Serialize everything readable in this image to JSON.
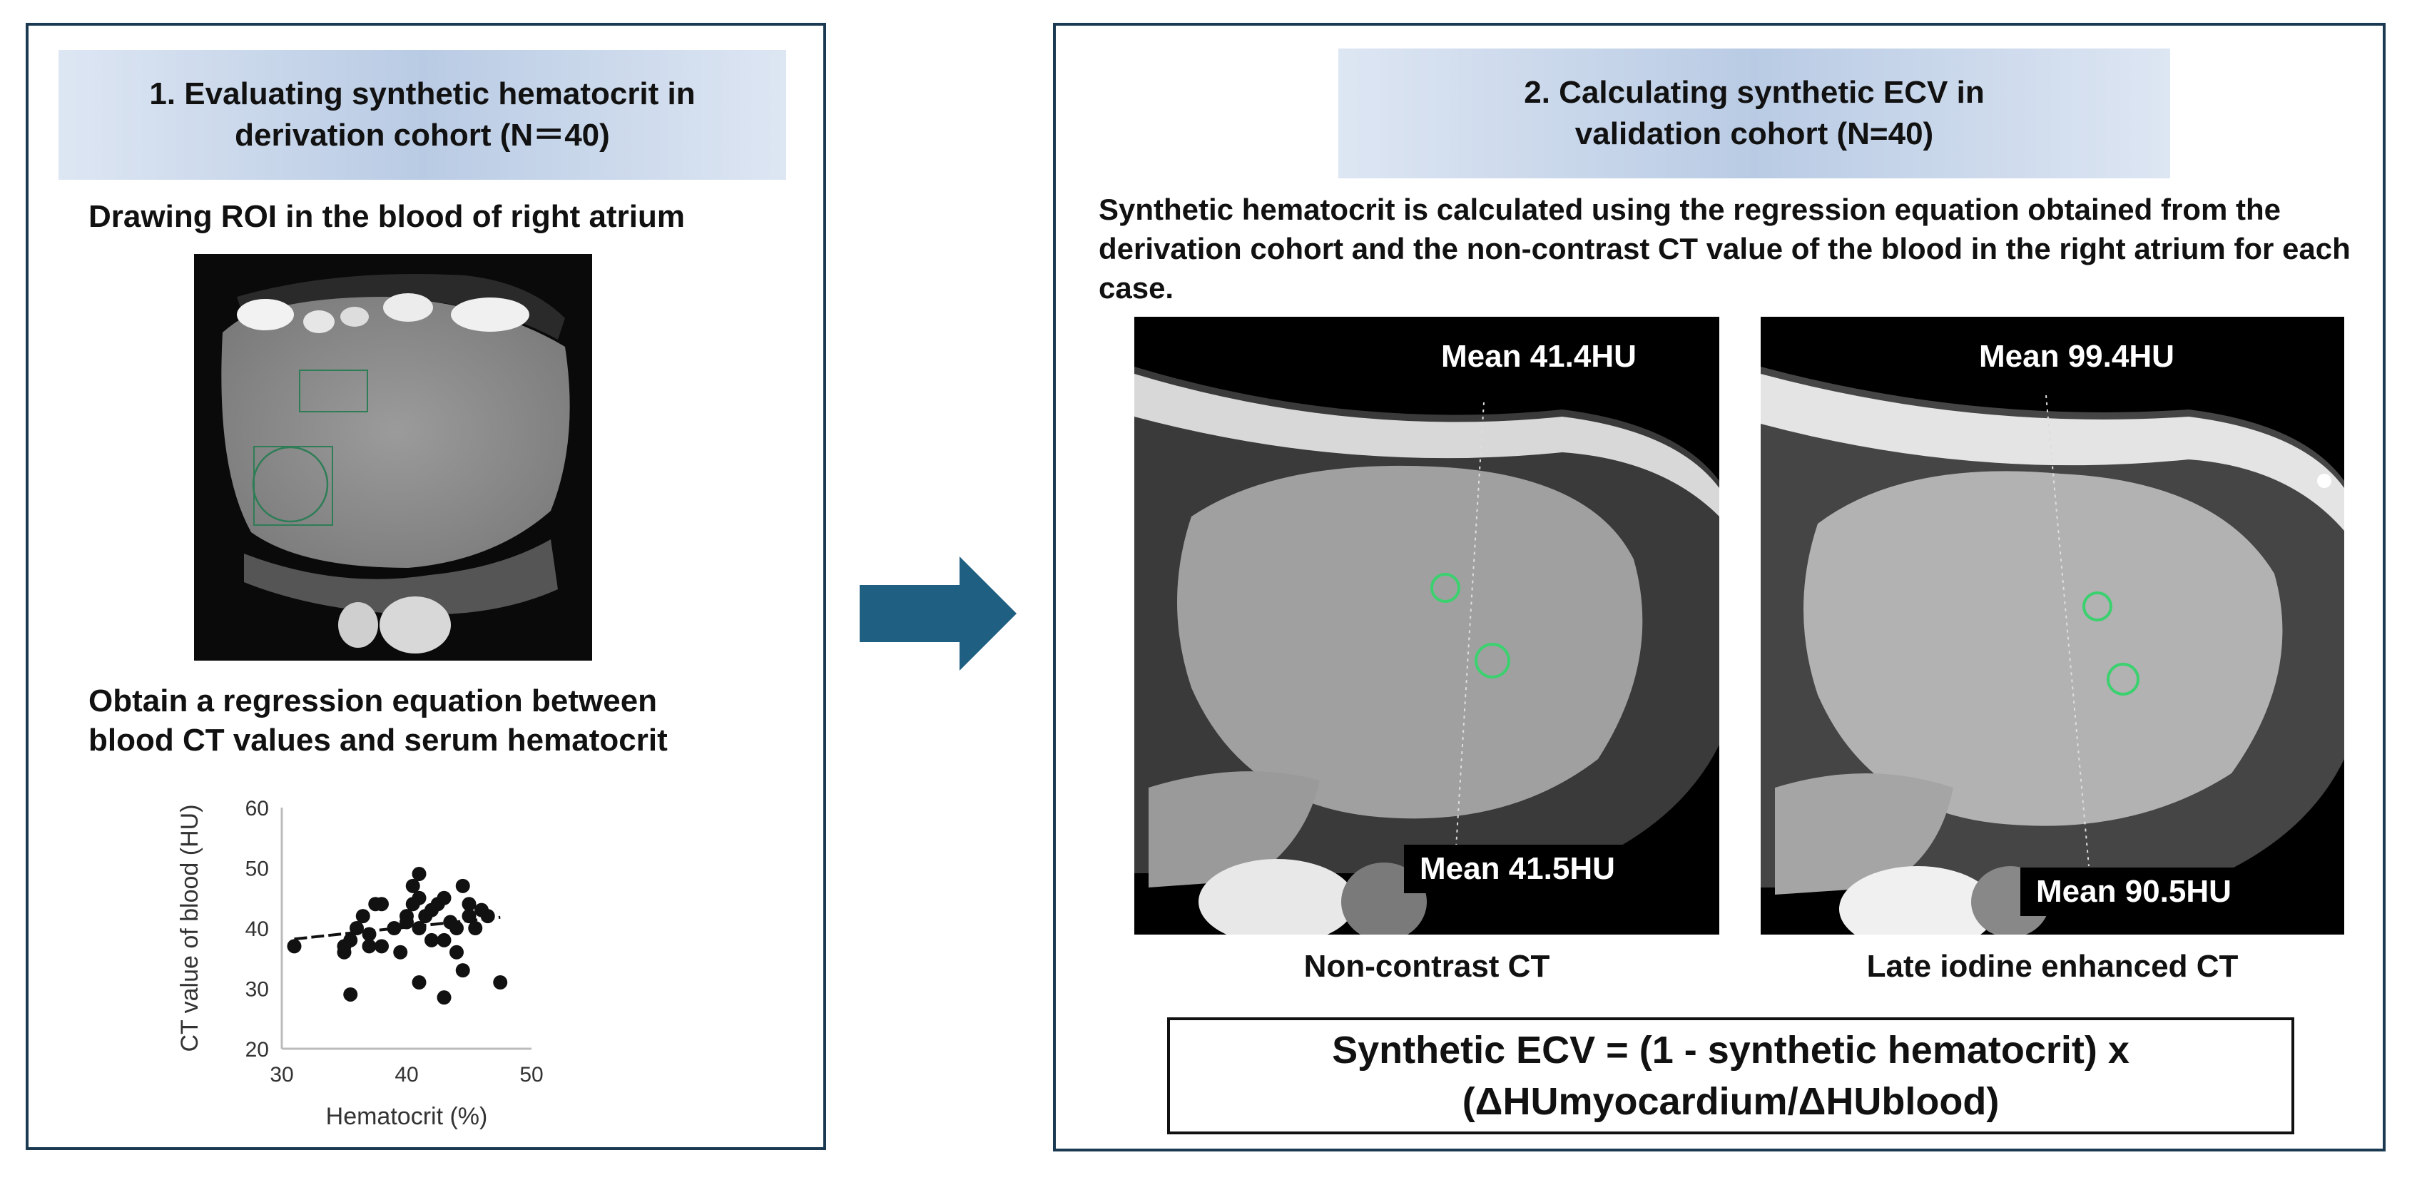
{
  "left_panel": {
    "header": "1. Evaluating synthetic hematocrit in\nderivation cohort (N＝40)",
    "roi_instruction": "Drawing ROI in the blood of right atrium",
    "regression_instruction": "Obtain a regression equation between\nblood CT values and serum hematocrit"
  },
  "right_panel": {
    "header": "2. Calculating synthetic ECV in\nvalidation cohort (N=40)",
    "description": "Synthetic hematocrit is calculated using the regression equation obtained from the derivation cohort and the non-contrast CT value of the blood in the right atrium for each case.",
    "images": [
      {
        "caption": "Non-contrast CT",
        "top_label": "Mean 41.4HU",
        "bottom_label": "Mean 41.5HU"
      },
      {
        "caption": "Late iodine enhanced CT",
        "top_label": "Mean 99.4HU",
        "bottom_label": "Mean 90.5HU"
      }
    ],
    "formula_line1": "Synthetic ECV = (1 - synthetic hematocrit) x",
    "formula_line2": "(ΔHUmyocardium/ΔHUblood)"
  },
  "colors": {
    "panel_border": "#1b3a52",
    "arrow": "#1f5f82",
    "roi_circle": "#3bd16f",
    "header_gradient": "#b9cbe4"
  },
  "chart_data": {
    "type": "scatter",
    "xlabel": "Hematocrit (%)",
    "ylabel": "CT value of blood (HU)",
    "xlim": [
      30,
      50
    ],
    "ylim": [
      20,
      60
    ],
    "xticks": [
      30,
      40,
      50
    ],
    "yticks": [
      20,
      30,
      40,
      50,
      60
    ],
    "trendline": [
      [
        31,
        38.2
      ],
      [
        47.5,
        41.8
      ]
    ],
    "points": [
      [
        31,
        37
      ],
      [
        35,
        37
      ],
      [
        35,
        36
      ],
      [
        35.5,
        29
      ],
      [
        35.5,
        38
      ],
      [
        36,
        40
      ],
      [
        36.5,
        42
      ],
      [
        37,
        39
      ],
      [
        37,
        37
      ],
      [
        37.5,
        44
      ],
      [
        38,
        44
      ],
      [
        38,
        37
      ],
      [
        39,
        40
      ],
      [
        39.5,
        36
      ],
      [
        40,
        41
      ],
      [
        40,
        42
      ],
      [
        40.5,
        44
      ],
      [
        40.5,
        47
      ],
      [
        41,
        49
      ],
      [
        41,
        45
      ],
      [
        41,
        40
      ],
      [
        41,
        31
      ],
      [
        41.5,
        42
      ],
      [
        42,
        43
      ],
      [
        42,
        38
      ],
      [
        42.5,
        44
      ],
      [
        43,
        45
      ],
      [
        43,
        38
      ],
      [
        43,
        28.5
      ],
      [
        43.5,
        41
      ],
      [
        44,
        40
      ],
      [
        44,
        36
      ],
      [
        44.5,
        47
      ],
      [
        44.5,
        33
      ],
      [
        45,
        44
      ],
      [
        45,
        42
      ],
      [
        45.5,
        40
      ],
      [
        46,
        43
      ],
      [
        46.5,
        42
      ],
      [
        47.5,
        31
      ]
    ]
  }
}
